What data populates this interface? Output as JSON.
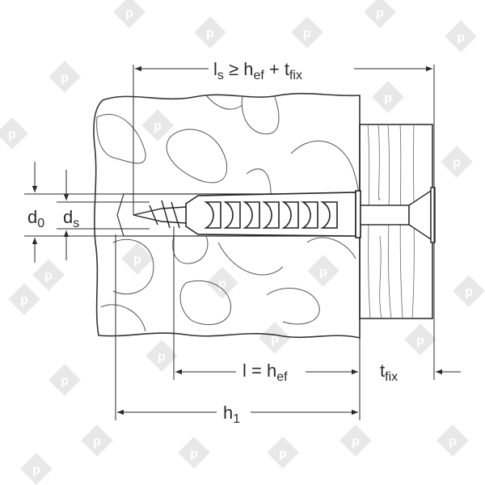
{
  "labels": {
    "ls_main": "l",
    "ls_sub": "s",
    "ls_rel": " ≥ h",
    "ls_ef": "ef",
    "ls_plus": " + t",
    "ls_fix": "fix",
    "d0_main": "d",
    "d0_sub": "0",
    "ds_main": "d",
    "ds_sub": "s",
    "l_main": "l = h",
    "l_sub": "ef",
    "tfix_main": "t",
    "tfix_sub": "fix",
    "h1_main": "h",
    "h1_sub": "1"
  },
  "watermark": "p",
  "colors": {
    "line": "#2a2a2a",
    "watermark": "#d9d9d9"
  }
}
